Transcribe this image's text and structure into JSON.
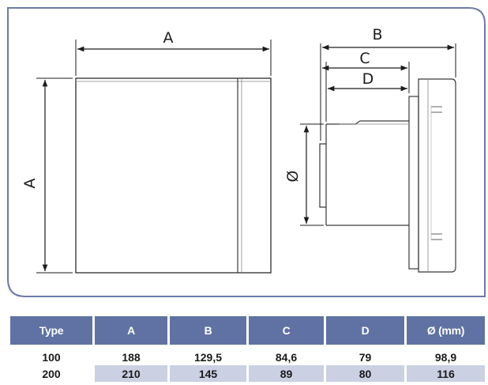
{
  "drawing": {
    "front_width_label": "A",
    "front_height_label": "A",
    "side_b_label": "B",
    "side_c_label": "C",
    "side_d_label": "D",
    "diameter_label": "Ø"
  },
  "table": {
    "headers": [
      "Type",
      "A",
      "B",
      "C",
      "D",
      "Ø (mm)"
    ],
    "rows": [
      [
        "100",
        "188",
        "129,5",
        "84,6",
        "79",
        "98,9"
      ],
      [
        "200",
        "210",
        "145",
        "89",
        "80",
        "116"
      ]
    ]
  },
  "colors": {
    "panel_border": "#6e7aa8",
    "header_bg": "#5f72a3",
    "row_shade": "#cbd0e3"
  }
}
